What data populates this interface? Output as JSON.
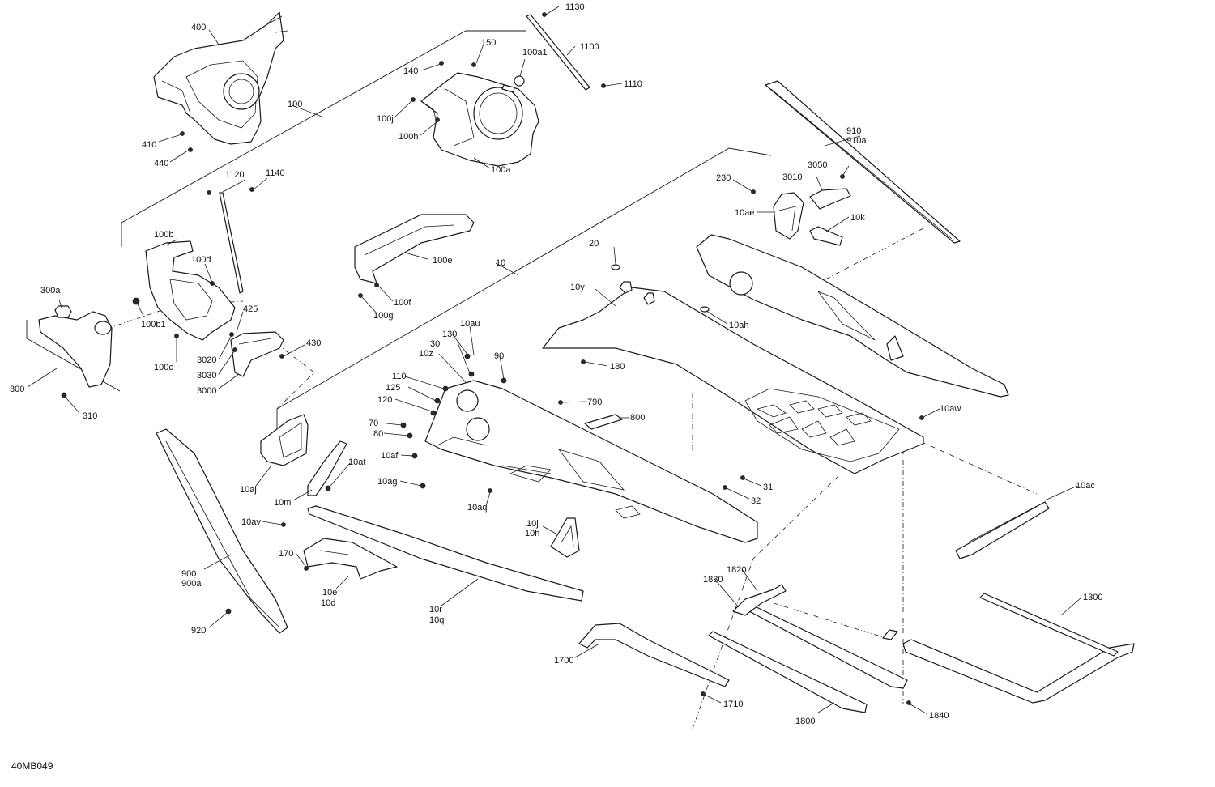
{
  "figure_id": "40MB049",
  "colors": {
    "line": "#1a1a1a",
    "background": "#ffffff"
  },
  "callouts": {
    "c10": "10",
    "c100": "100",
    "c1100": "1100",
    "c1110": "1110",
    "c1120": "1120",
    "c1130": "1130",
    "c1140": "1140",
    "c1300": "1300",
    "c130": "130",
    "c140": "140",
    "c150": "150",
    "c1700": "1700",
    "c1710": "1710",
    "c170": "170",
    "c1800": "1800",
    "c180": "180",
    "c1820": "1820",
    "c1830": "1830",
    "c1840": "1840",
    "c100a": "100a",
    "c100a1": "100a1",
    "c100b": "100b",
    "c100b1": "100b1",
    "c100c": "100c",
    "c100d": "100d",
    "c100e": "100e",
    "c100f": "100f",
    "c100g": "100g",
    "c100h": "100h",
    "c100j": "100j",
    "c10ac": "10ac",
    "c10ae": "10ae",
    "c10af": "10af",
    "c10ag": "10ag",
    "c10ah": "10ah",
    "c10aj": "10aj",
    "c10aq": "10aq",
    "c10at": "10at",
    "c10au": "10au",
    "c10av": "10av",
    "c10aw": "10aw",
    "c10d": "10d",
    "c10e": "10e",
    "c10h": "10h",
    "c10j": "10j",
    "c10k": "10k",
    "c10m": "10m",
    "c10q": "10q",
    "c10r": "10r",
    "c10y": "10y",
    "c10z": "10z",
    "c110": "110",
    "c120": "120",
    "c125": "125",
    "c20": "20",
    "c230": "230",
    "c300": "300",
    "c300a": "300a",
    "c3000": "3000",
    "c3010": "3010",
    "c3020": "3020",
    "c3030": "3030",
    "c3050": "3050",
    "c30": "30",
    "c31": "31",
    "c310": "310",
    "c32": "32",
    "c400": "400",
    "c410": "410",
    "c425": "425",
    "c430": "430",
    "c440": "440",
    "c70": "70",
    "c790": "790",
    "c80": "80",
    "c800": "800",
    "c90": "90",
    "c900": "900",
    "c900a": "900a",
    "c910": "910",
    "c910a": "910a",
    "c920": "920"
  }
}
